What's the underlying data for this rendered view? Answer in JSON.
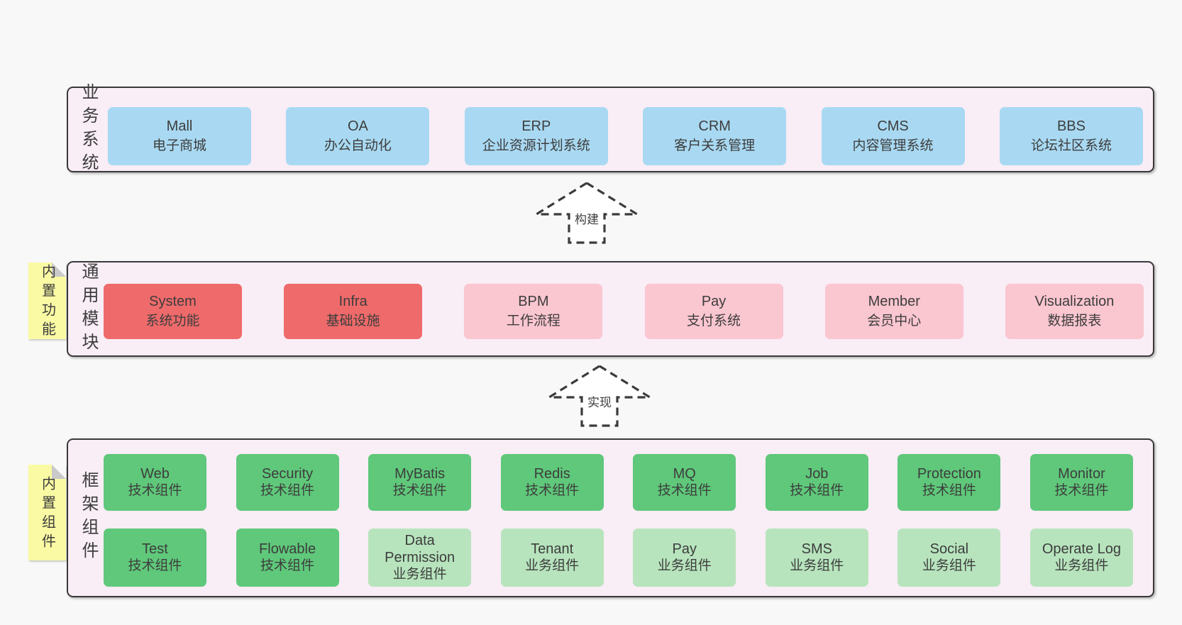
{
  "colors": {
    "page_bg": "#f8f8f8",
    "panel_bg": "#f9edf6",
    "panel_border": "#3a3a3a",
    "blue_box": "#a9d9f2",
    "red_box": "#ef6a6a",
    "pink_box": "#fac6d0",
    "green_box": "#5fc87a",
    "light_green_box": "#b7e4bd",
    "note_bg": "#fafaa4",
    "note_fold": "#c9c9c9",
    "text": "#3d3d3d"
  },
  "arrows": [
    {
      "label": "构建"
    },
    {
      "label": "实现"
    }
  ],
  "layers": [
    {
      "label": "业务系统",
      "rows": [
        [
          {
            "title": "Mall",
            "subtitle": "电子商城",
            "variant": "blue"
          },
          {
            "title": "OA",
            "subtitle": "办公自动化",
            "variant": "blue"
          },
          {
            "title": "ERP",
            "subtitle": "企业资源计划系统",
            "variant": "blue"
          },
          {
            "title": "CRM",
            "subtitle": "客户关系管理",
            "variant": "blue"
          },
          {
            "title": "CMS",
            "subtitle": "内容管理系统",
            "variant": "blue"
          },
          {
            "title": "BBS",
            "subtitle": "论坛社区系统",
            "variant": "blue"
          }
        ]
      ]
    },
    {
      "label": "通用模块",
      "note": "内置功能",
      "rows": [
        [
          {
            "title": "System",
            "subtitle": "系统功能",
            "variant": "red"
          },
          {
            "title": "Infra",
            "subtitle": "基础设施",
            "variant": "red"
          },
          {
            "title": "BPM",
            "subtitle": "工作流程",
            "variant": "pink"
          },
          {
            "title": "Pay",
            "subtitle": "支付系统",
            "variant": "pink"
          },
          {
            "title": "Member",
            "subtitle": "会员中心",
            "variant": "pink"
          },
          {
            "title": "Visualization",
            "subtitle": "数据报表",
            "variant": "pink"
          }
        ]
      ]
    },
    {
      "label": "框架组件",
      "note": "内置组件",
      "rows": [
        [
          {
            "title": "Web",
            "subtitle": "技术组件",
            "variant": "green"
          },
          {
            "title": "Security",
            "subtitle": "技术组件",
            "variant": "green"
          },
          {
            "title": "MyBatis",
            "subtitle": "技术组件",
            "variant": "green"
          },
          {
            "title": "Redis",
            "subtitle": "技术组件",
            "variant": "green"
          },
          {
            "title": "MQ",
            "subtitle": "技术组件",
            "variant": "green"
          },
          {
            "title": "Job",
            "subtitle": "技术组件",
            "variant": "green"
          },
          {
            "title": "Protection",
            "subtitle": "技术组件",
            "variant": "green"
          },
          {
            "title": "Monitor",
            "subtitle": "技术组件",
            "variant": "green"
          }
        ],
        [
          {
            "title": "Test",
            "subtitle": "技术组件",
            "variant": "green"
          },
          {
            "title": "Flowable",
            "subtitle": "技术组件",
            "variant": "green"
          },
          {
            "title": "Data Permission",
            "subtitle": "业务组件",
            "variant": "lightgreen"
          },
          {
            "title": "Tenant",
            "subtitle": "业务组件",
            "variant": "lightgreen"
          },
          {
            "title": "Pay",
            "subtitle": "业务组件",
            "variant": "lightgreen"
          },
          {
            "title": "SMS",
            "subtitle": "业务组件",
            "variant": "lightgreen"
          },
          {
            "title": "Social",
            "subtitle": "业务组件",
            "variant": "lightgreen"
          },
          {
            "title": "Operate Log",
            "subtitle": "业务组件",
            "variant": "lightgreen"
          }
        ]
      ]
    }
  ]
}
